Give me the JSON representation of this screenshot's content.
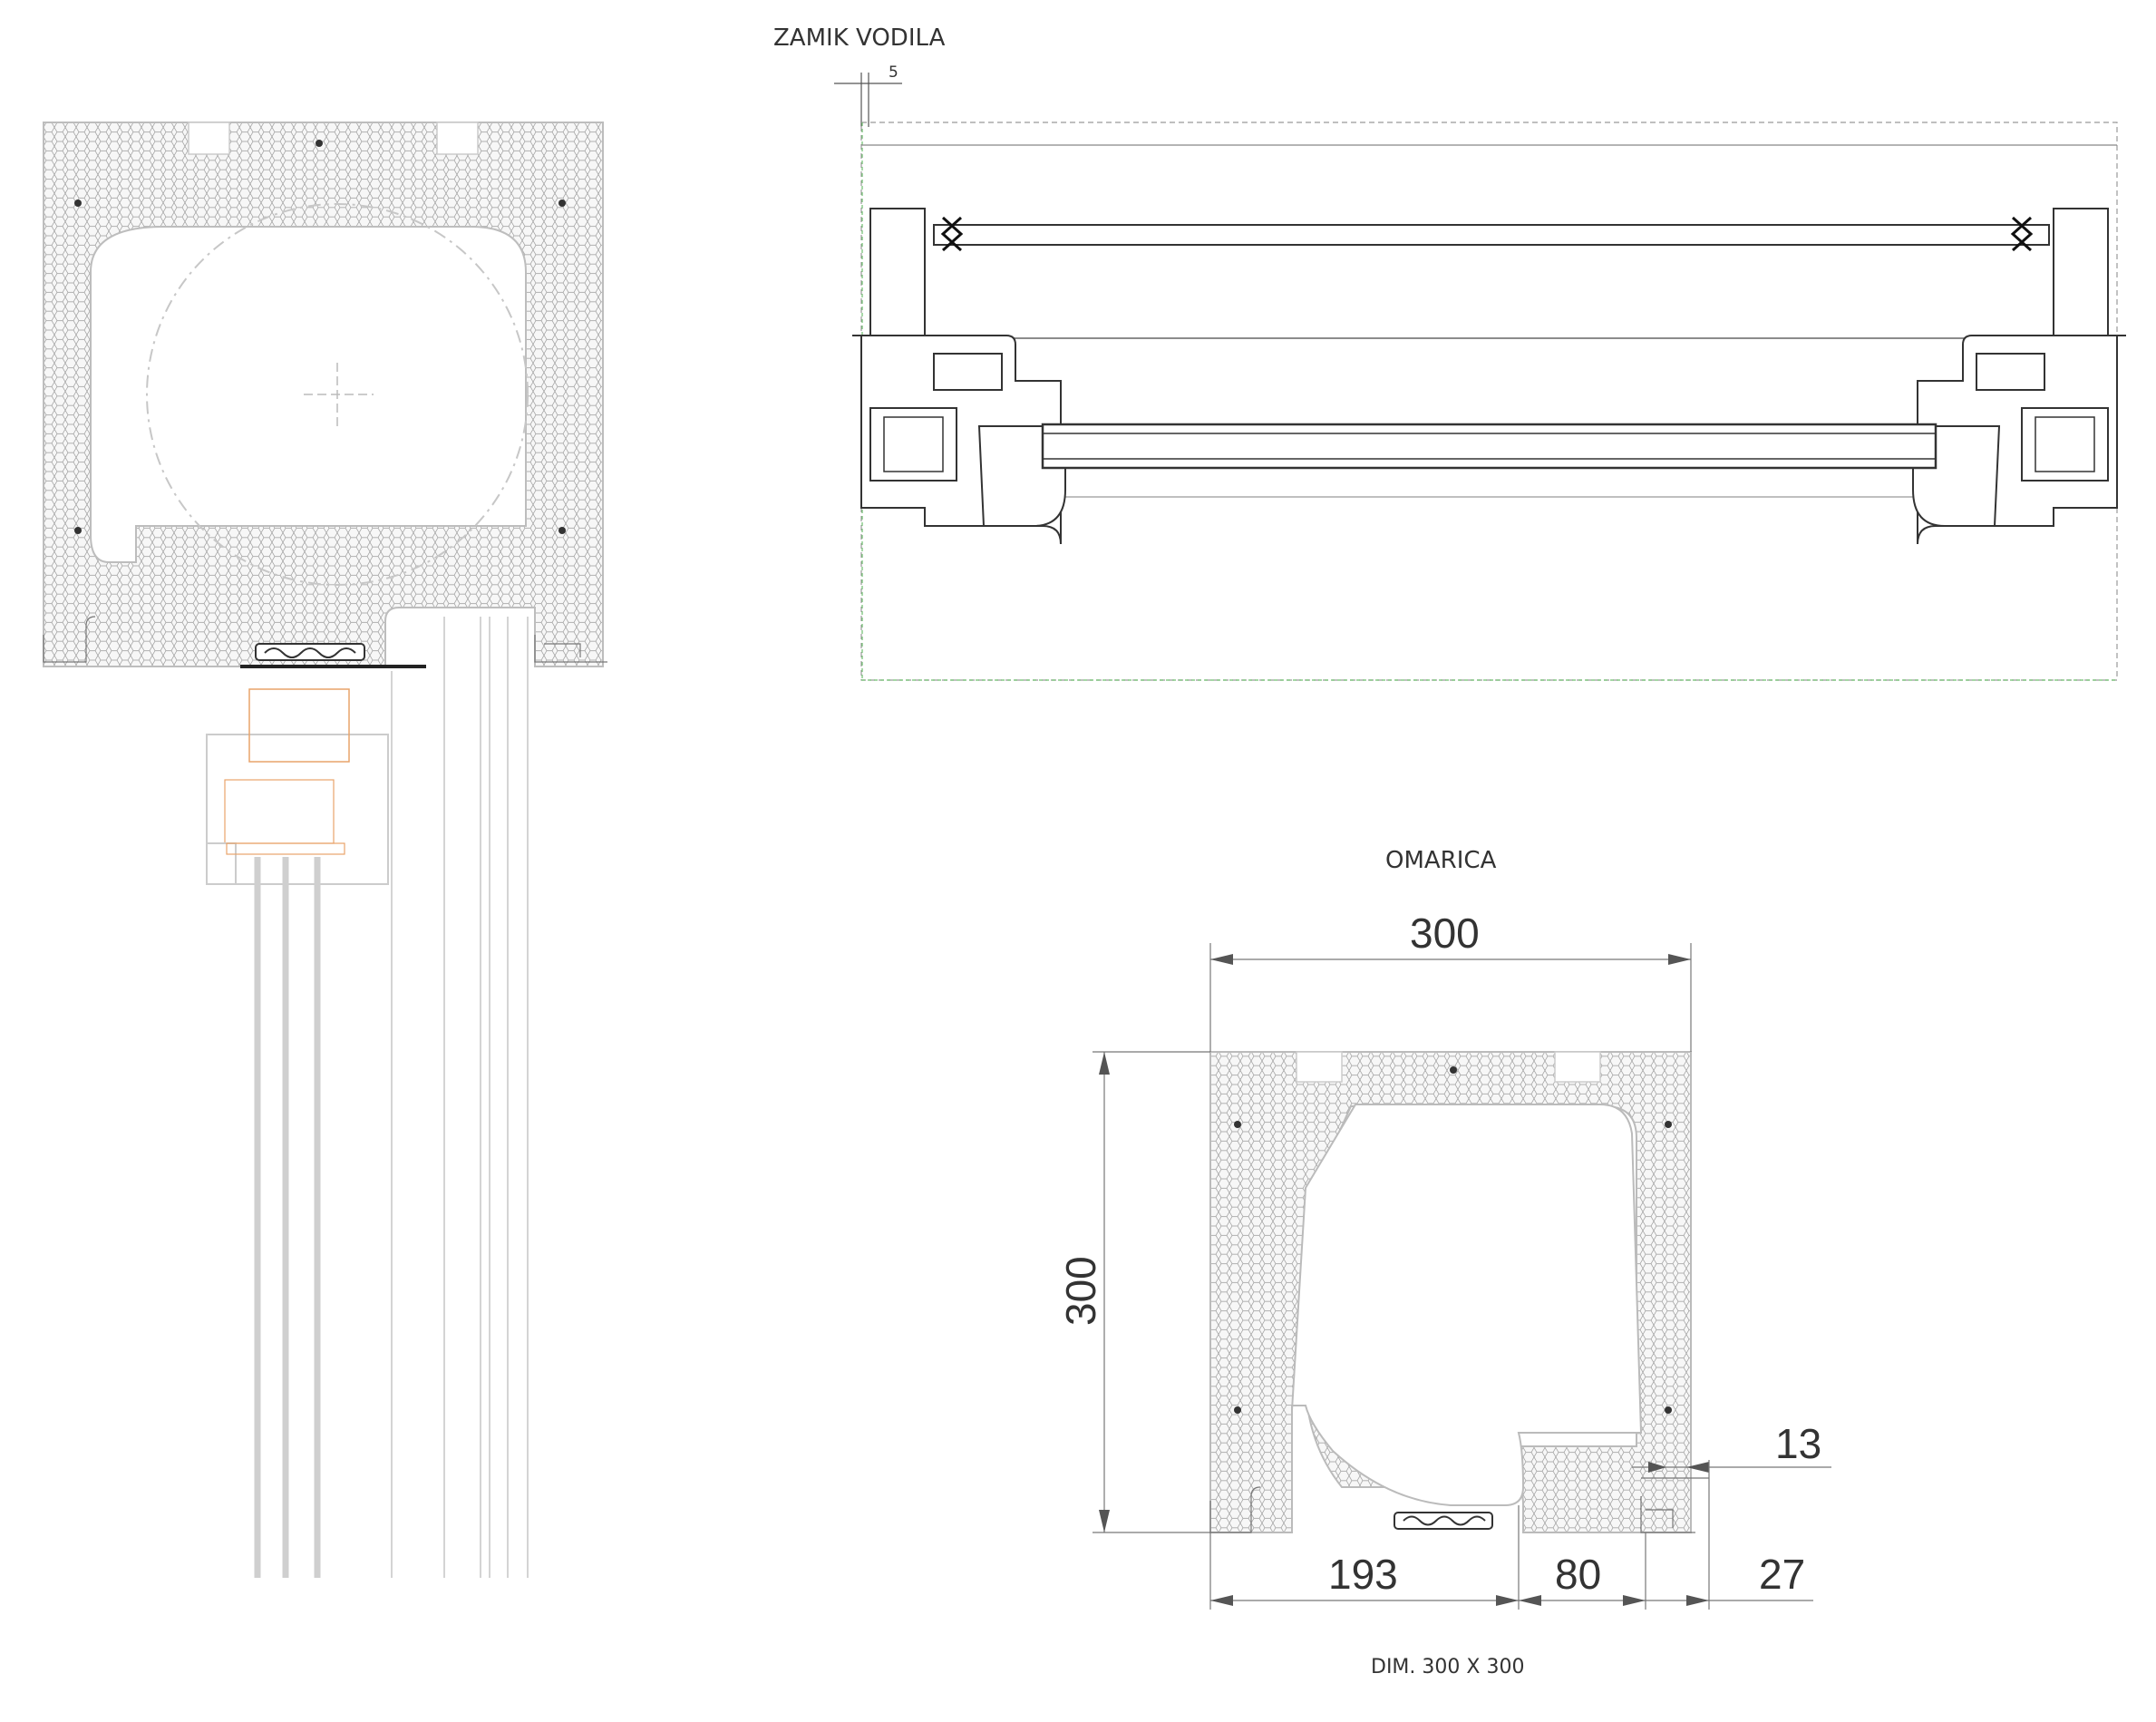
{
  "labels": {
    "zamik_vodila": "ZAMIK VODILA",
    "zamik_value": "5",
    "omarica": "OMARICA",
    "dim_caption": "DIM. 300 X 300"
  },
  "dimensions": {
    "top_width": "300",
    "left_height": "300",
    "right_13": "13",
    "bottom_193": "193",
    "bottom_80": "80",
    "bottom_27": "27"
  },
  "colors": {
    "line": "#555555",
    "foam_fill": "#f2f2f2",
    "guide_green": "#6fbf6f",
    "accent_orange": "#e9a46a"
  }
}
